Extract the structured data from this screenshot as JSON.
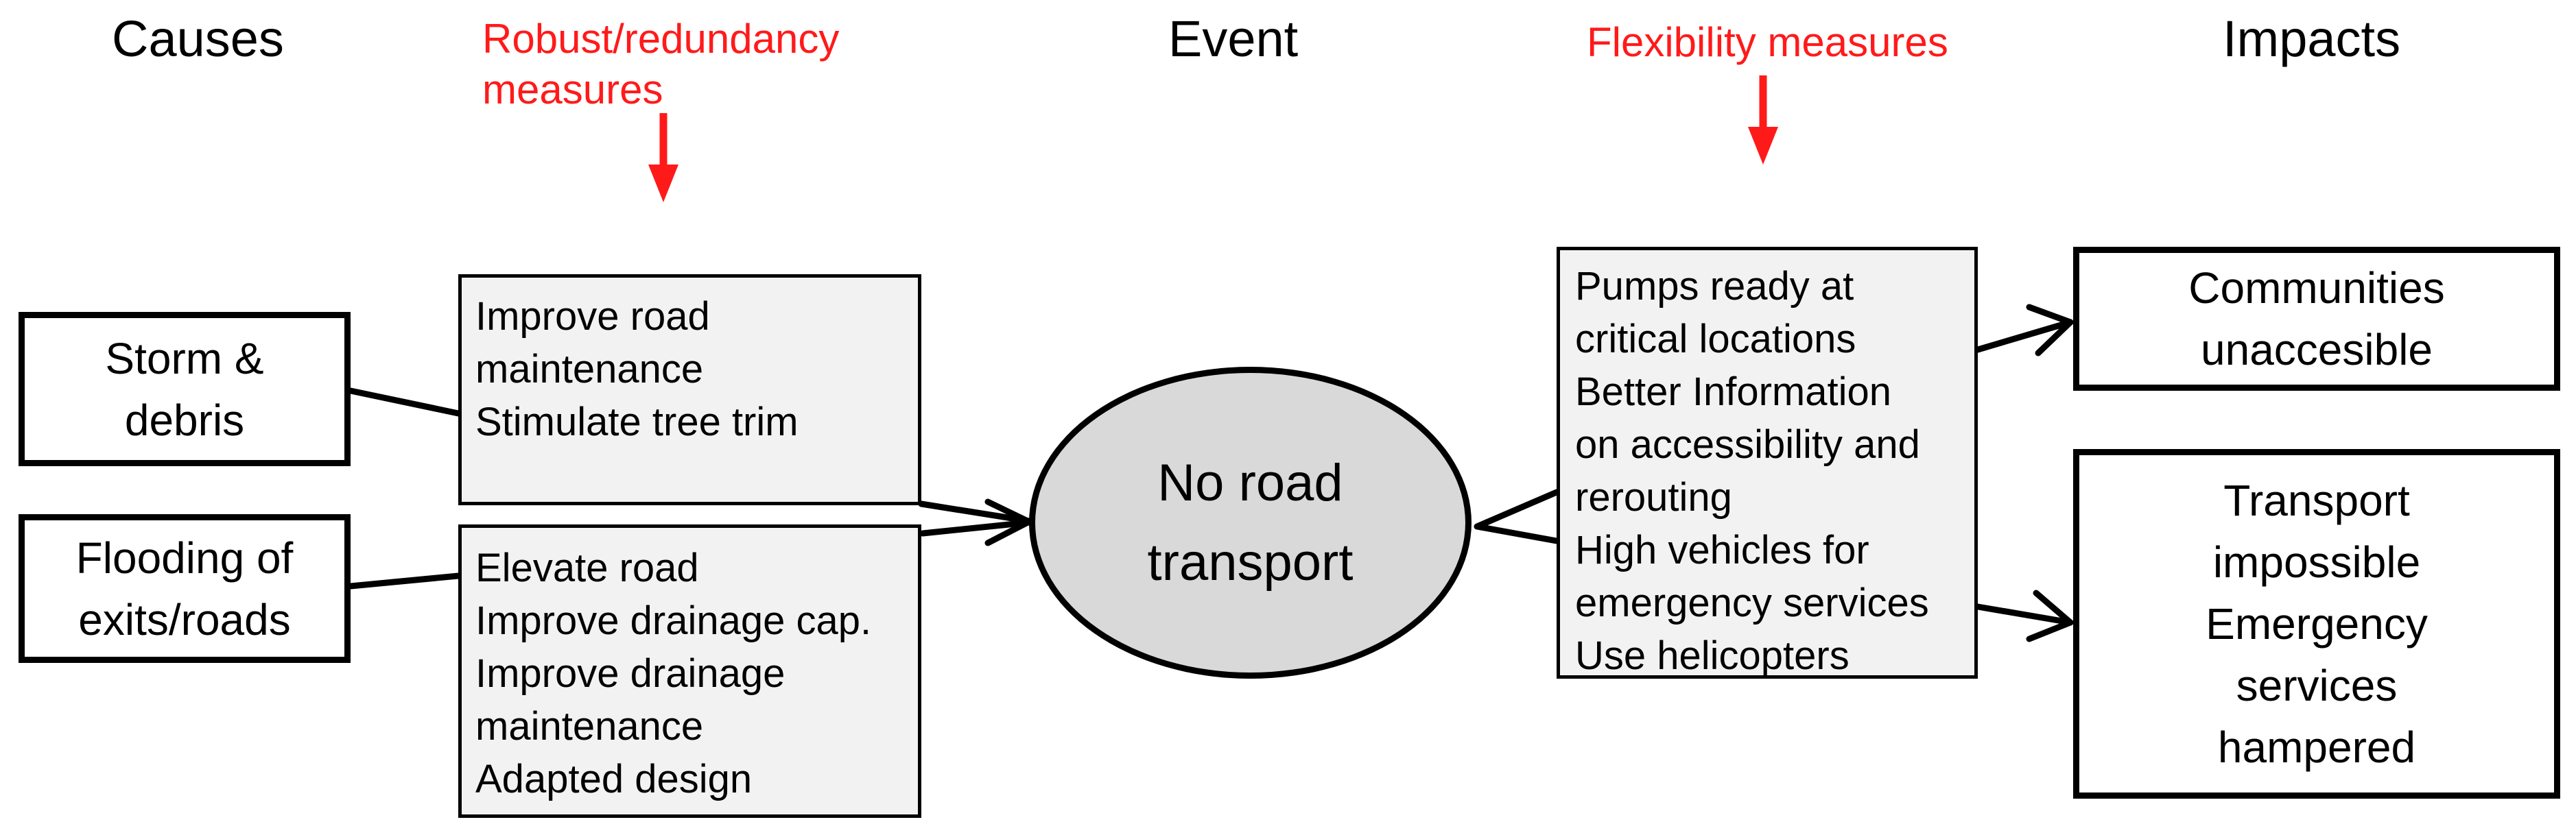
{
  "headers": {
    "causes": "Causes",
    "event": "Event",
    "impacts": "Impacts"
  },
  "measures": {
    "robust": [
      "Robust/redundancy",
      "measures"
    ],
    "flexibility": "Flexibility measures"
  },
  "causes": {
    "storm": [
      "Storm  &",
      "debris"
    ],
    "flooding": [
      "Flooding of",
      "exits/roads"
    ]
  },
  "robust_boxes": {
    "road_maintenance": [
      "Improve road",
      "maintenance",
      "Stimulate tree trim"
    ],
    "drainage": [
      "Elevate road",
      "Improve drainage cap.",
      "Improve drainage",
      "maintenance",
      "Adapted design"
    ]
  },
  "event": [
    "No road",
    "transport"
  ],
  "flexibility_box": [
    "Pumps ready at",
    "critical locations",
    "Better Information",
    "on accessibility and",
    "rerouting",
    "High vehicles for",
    "emergency services",
    "Use helicopters"
  ],
  "impacts": {
    "communities": [
      "Communities",
      "unaccesible"
    ],
    "transport": [
      "Transport",
      "impossible",
      "Emergency",
      "services",
      "hampered"
    ]
  },
  "colors": {
    "measure_accent": "#ff1a1a",
    "event_fill": "#d9d9d9",
    "measure_box_fill": "#f2f2f2"
  }
}
